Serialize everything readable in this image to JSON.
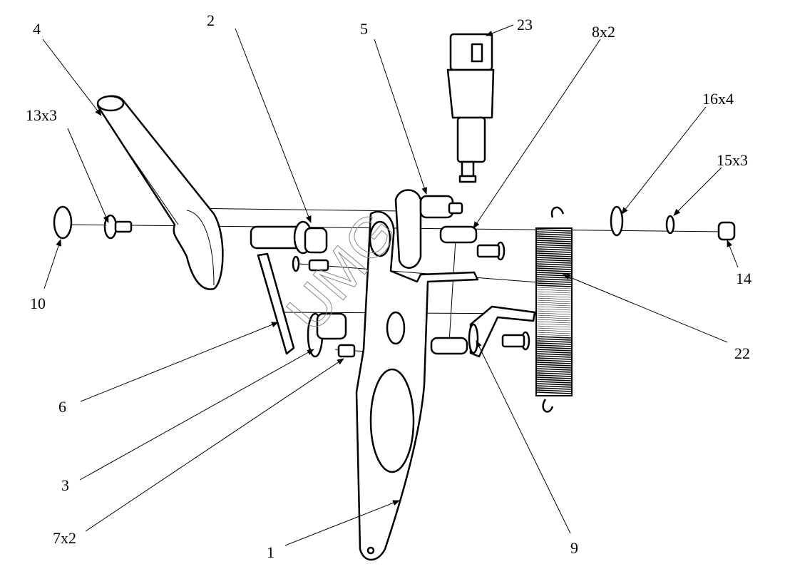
{
  "diagram": {
    "type": "exploded-parts-view",
    "callouts": [
      "4",
      "2",
      "5",
      "23",
      "8x2",
      "16x4",
      "15x3",
      "13x3",
      "10",
      "14",
      "22",
      "6",
      "3",
      "7x2",
      "1",
      "9"
    ],
    "watermark": "UMG"
  }
}
